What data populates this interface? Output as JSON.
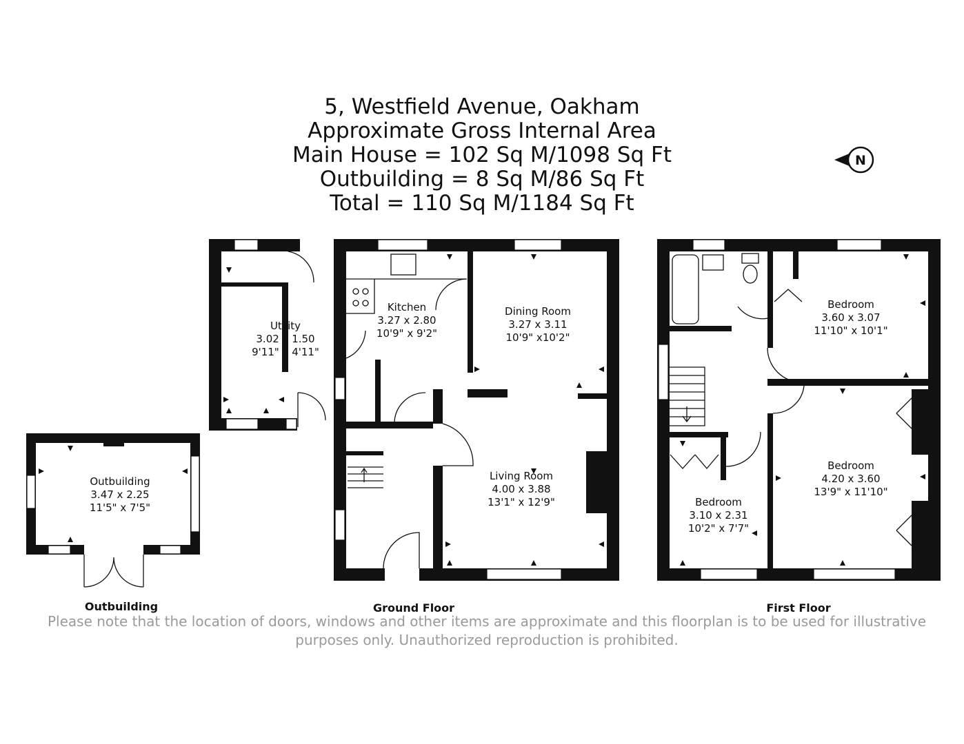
{
  "header": {
    "address": "5, Westfield Avenue, Oakham",
    "area_heading": "Approximate Gross Internal Area",
    "main_house": "Main House = 102 Sq M/1098 Sq Ft",
    "outbuilding": "Outbuilding = 8 Sq M/86 Sq Ft",
    "total": "Total = 110 Sq M/1184 Sq Ft"
  },
  "compass": {
    "letter": "N"
  },
  "rooms": {
    "utility": {
      "name": "Utility",
      "metric": "3.02 x 1.50",
      "imperial": "9'11\" x 4'11\""
    },
    "kitchen": {
      "name": "Kitchen",
      "metric": "3.27 x 2.80",
      "imperial": "10'9\" x 9'2\""
    },
    "dining": {
      "name": "Dining Room",
      "metric": "3.27 x 3.11",
      "imperial": "10'9\" x10'2\""
    },
    "living": {
      "name": "Living Room",
      "metric": "4.00 x 3.88",
      "imperial": "13'1\" x 12'9\""
    },
    "outbuilding": {
      "name": "Outbuilding",
      "metric": "3.47 x 2.25",
      "imperial": "11'5\" x 7'5\""
    },
    "bed1": {
      "name": "Bedroom",
      "metric": "3.60 x 3.07",
      "imperial": "11'10\" x 10'1\""
    },
    "bed2": {
      "name": "Bedroom",
      "metric": "4.20 x 3.60",
      "imperial": "13'9\" x 11'10\""
    },
    "bed3": {
      "name": "Bedroom",
      "metric": "3.10 x 2.31",
      "imperial": "10'2\" x 7'7\""
    }
  },
  "floors": {
    "outbuilding": "Outbuilding",
    "ground": "Ground Floor",
    "first": "First Floor"
  },
  "disclaimer": {
    "line1": "Please note that the location of doors, windows and other items are approximate and this floorplan is to be used for illustrative",
    "line2": "purposes only. Unauthorized reproduction is prohibited."
  }
}
